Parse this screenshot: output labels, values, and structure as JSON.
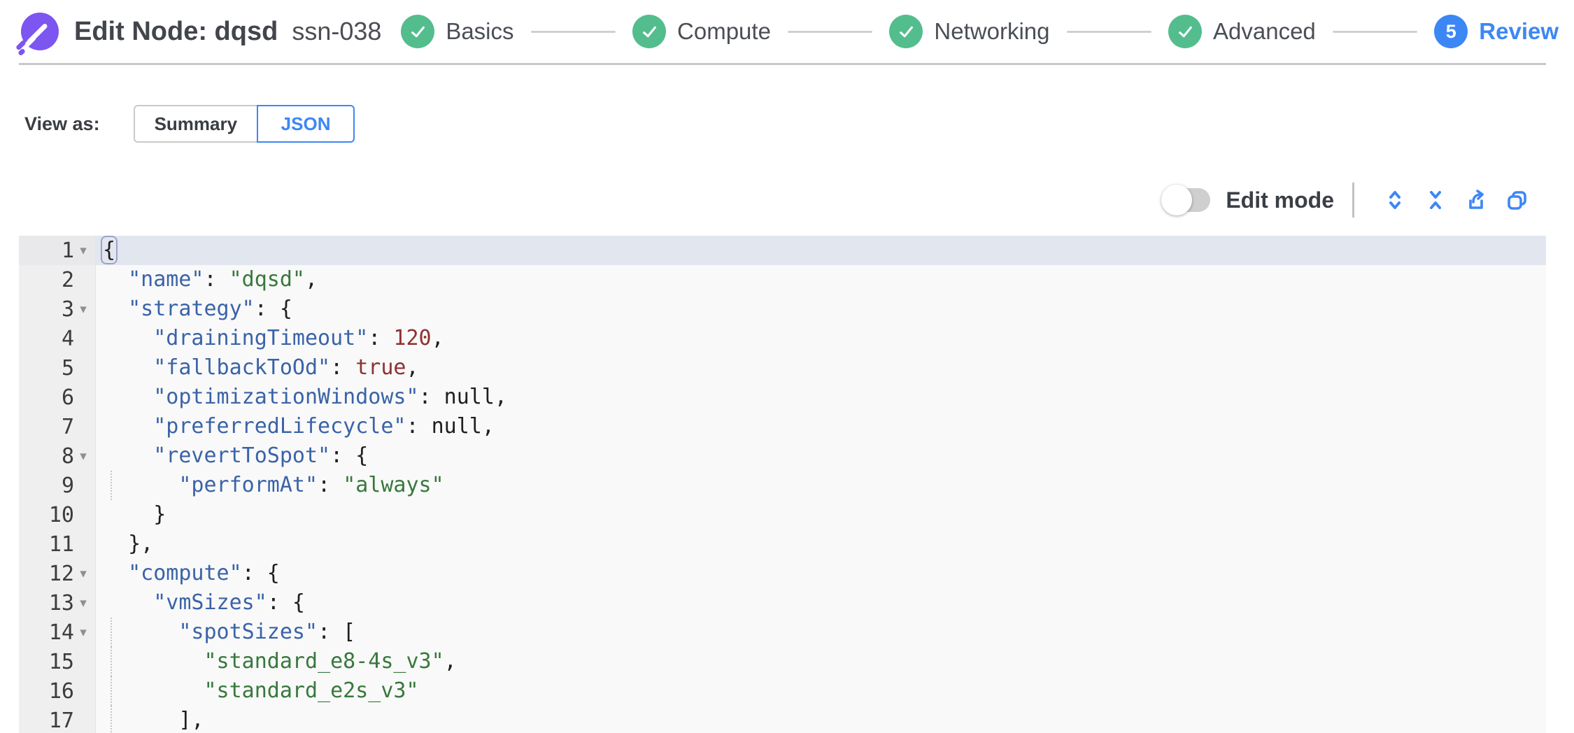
{
  "header": {
    "title": "Edit Node: dqsd",
    "subtitle": "ssn-038",
    "steps": [
      {
        "label": "Basics",
        "state": "done"
      },
      {
        "label": "Compute",
        "state": "done"
      },
      {
        "label": "Networking",
        "state": "done"
      },
      {
        "label": "Advanced",
        "state": "done"
      },
      {
        "label": "Review",
        "state": "active",
        "number": "5"
      }
    ]
  },
  "view_as": {
    "label": "View as:",
    "options": [
      {
        "label": "Summary",
        "active": false
      },
      {
        "label": "JSON",
        "active": true
      }
    ]
  },
  "toolbar": {
    "edit_mode_label": "Edit mode",
    "edit_mode_on": false,
    "icons": [
      "expand-all-icon",
      "collapse-all-icon",
      "export-icon",
      "copy-icon"
    ]
  },
  "colors": {
    "accent_blue": "#3d87f5",
    "step_done_green": "#54bd8d",
    "logo_purple": "#7d55f1",
    "active_line": "#e2e6ef",
    "json_key": "#3a63a8",
    "json_string": "#38783c",
    "json_number": "#8e3131"
  },
  "editor": {
    "lines": [
      {
        "n": 1,
        "fold": true,
        "active": true,
        "tokens": [
          [
            "pb",
            "{"
          ]
        ]
      },
      {
        "n": 2,
        "tokens": [
          [
            "p",
            "  "
          ],
          [
            "k",
            "\"name\""
          ],
          [
            "p",
            ": "
          ],
          [
            "s",
            "\"dqsd\""
          ],
          [
            "p",
            ","
          ]
        ]
      },
      {
        "n": 3,
        "fold": true,
        "tokens": [
          [
            "p",
            "  "
          ],
          [
            "k",
            "\"strategy\""
          ],
          [
            "p",
            ": {"
          ]
        ]
      },
      {
        "n": 4,
        "tokens": [
          [
            "p",
            "    "
          ],
          [
            "k",
            "\"drainingTimeout\""
          ],
          [
            "p",
            ": "
          ],
          [
            "n",
            "120"
          ],
          [
            "p",
            ","
          ]
        ]
      },
      {
        "n": 5,
        "tokens": [
          [
            "p",
            "    "
          ],
          [
            "k",
            "\"fallbackToOd\""
          ],
          [
            "p",
            ": "
          ],
          [
            "b",
            "true"
          ],
          [
            "p",
            ","
          ]
        ]
      },
      {
        "n": 6,
        "tokens": [
          [
            "p",
            "    "
          ],
          [
            "k",
            "\"optimizationWindows\""
          ],
          [
            "p",
            ": "
          ],
          [
            "u",
            "null"
          ],
          [
            "p",
            ","
          ]
        ]
      },
      {
        "n": 7,
        "tokens": [
          [
            "p",
            "    "
          ],
          [
            "k",
            "\"preferredLifecycle\""
          ],
          [
            "p",
            ": "
          ],
          [
            "u",
            "null"
          ],
          [
            "p",
            ","
          ]
        ]
      },
      {
        "n": 8,
        "fold": true,
        "tokens": [
          [
            "p",
            "    "
          ],
          [
            "k",
            "\"revertToSpot\""
          ],
          [
            "p",
            ": {"
          ]
        ]
      },
      {
        "n": 9,
        "guide": true,
        "tokens": [
          [
            "p",
            "      "
          ],
          [
            "k",
            "\"performAt\""
          ],
          [
            "p",
            ": "
          ],
          [
            "s",
            "\"always\""
          ]
        ]
      },
      {
        "n": 10,
        "tokens": [
          [
            "p",
            "    }"
          ]
        ]
      },
      {
        "n": 11,
        "tokens": [
          [
            "p",
            "  },"
          ]
        ]
      },
      {
        "n": 12,
        "fold": true,
        "tokens": [
          [
            "p",
            "  "
          ],
          [
            "k",
            "\"compute\""
          ],
          [
            "p",
            ": {"
          ]
        ]
      },
      {
        "n": 13,
        "fold": true,
        "tokens": [
          [
            "p",
            "    "
          ],
          [
            "k",
            "\"vmSizes\""
          ],
          [
            "p",
            ": {"
          ]
        ]
      },
      {
        "n": 14,
        "fold": true,
        "guide": true,
        "tokens": [
          [
            "p",
            "      "
          ],
          [
            "k",
            "\"spotSizes\""
          ],
          [
            "p",
            ": ["
          ]
        ]
      },
      {
        "n": 15,
        "guide": true,
        "tokens": [
          [
            "p",
            "        "
          ],
          [
            "s",
            "\"standard_e8-4s_v3\""
          ],
          [
            "p",
            ","
          ]
        ]
      },
      {
        "n": 16,
        "guide": true,
        "tokens": [
          [
            "p",
            "        "
          ],
          [
            "s",
            "\"standard_e2s_v3\""
          ]
        ]
      },
      {
        "n": 17,
        "guide": true,
        "tokens": [
          [
            "p",
            "      ],"
          ]
        ]
      }
    ]
  }
}
